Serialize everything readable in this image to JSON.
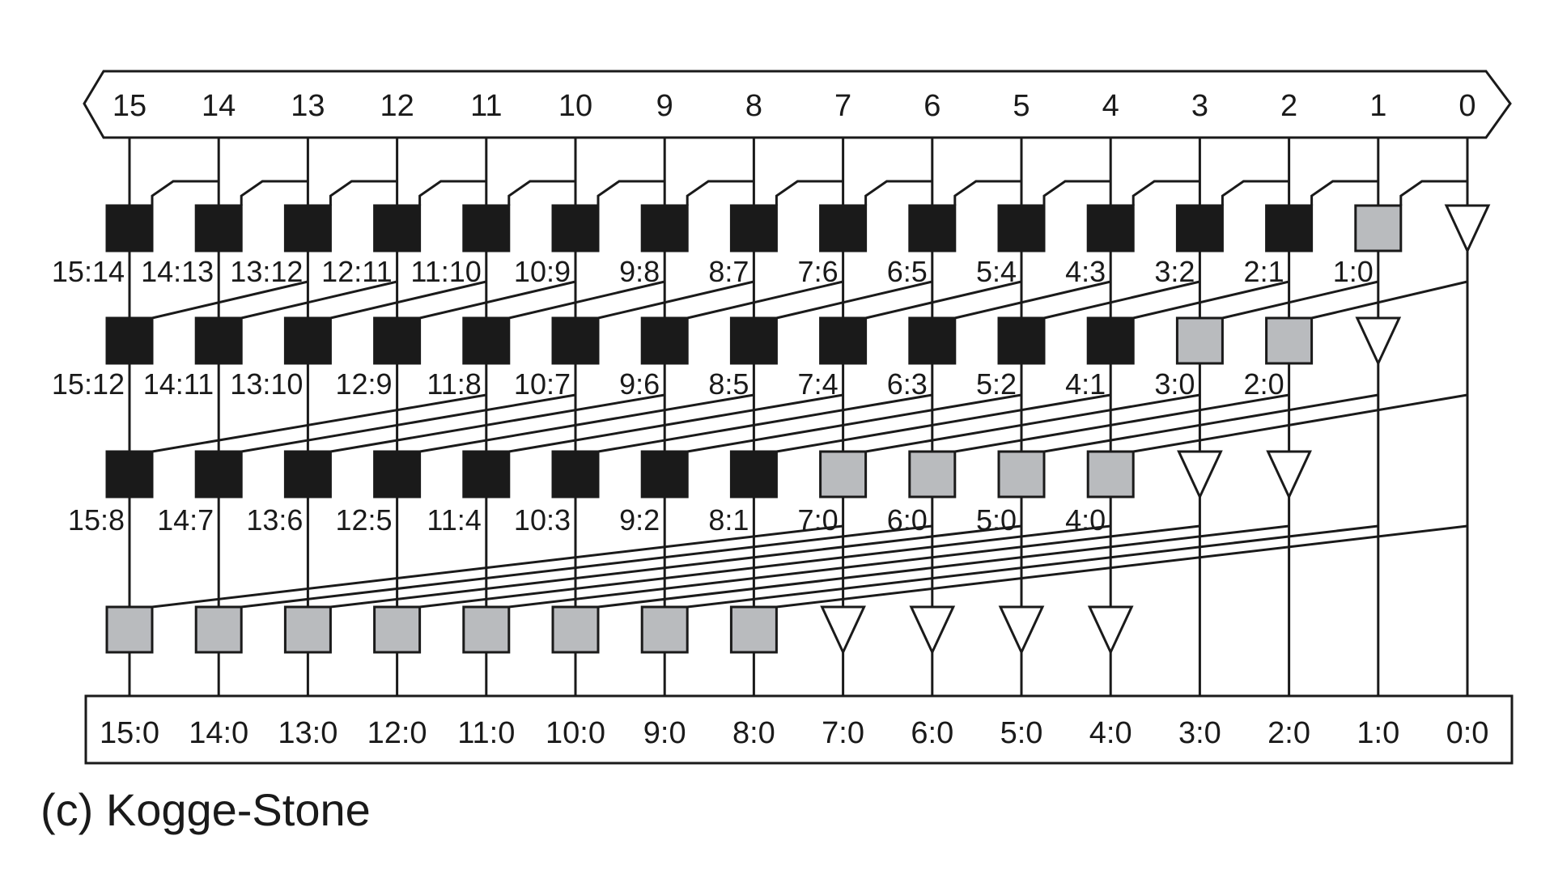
{
  "diagram": {
    "inputs": [
      "15",
      "14",
      "13",
      "12",
      "11",
      "10",
      "9",
      "8",
      "7",
      "6",
      "5",
      "4",
      "3",
      "2",
      "1",
      "0"
    ],
    "outputs": [
      "15:0",
      "14:0",
      "13:0",
      "12:0",
      "11:0",
      "10:0",
      "9:0",
      "8:0",
      "7:0",
      "6:0",
      "5:0",
      "4:0",
      "3:0",
      "2:0",
      "1:0",
      "0:0"
    ],
    "levels": [
      {
        "distance": 1,
        "cells": [
          "black",
          "black",
          "black",
          "black",
          "black",
          "black",
          "black",
          "black",
          "black",
          "black",
          "black",
          "black",
          "black",
          "black",
          "gray",
          "buffer"
        ],
        "labels": [
          "15:14",
          "14:13",
          "13:12",
          "12:11",
          "11:10",
          "10:9",
          "9:8",
          "8:7",
          "7:6",
          "6:5",
          "5:4",
          "4:3",
          "3:2",
          "2:1",
          "1:0",
          ""
        ]
      },
      {
        "distance": 2,
        "cells": [
          "black",
          "black",
          "black",
          "black",
          "black",
          "black",
          "black",
          "black",
          "black",
          "black",
          "black",
          "black",
          "gray",
          "gray",
          "buffer",
          "none"
        ],
        "labels": [
          "15:12",
          "14:11",
          "13:10",
          "12:9",
          "11:8",
          "10:7",
          "9:6",
          "8:5",
          "7:4",
          "6:3",
          "5:2",
          "4:1",
          "3:0",
          "2:0",
          "",
          ""
        ]
      },
      {
        "distance": 4,
        "cells": [
          "black",
          "black",
          "black",
          "black",
          "black",
          "black",
          "black",
          "black",
          "gray",
          "gray",
          "gray",
          "gray",
          "buffer",
          "buffer",
          "none",
          "none"
        ],
        "labels": [
          "15:8",
          "14:7",
          "13:6",
          "12:5",
          "11:4",
          "10:3",
          "9:2",
          "8:1",
          "7:0",
          "6:0",
          "5:0",
          "4:0",
          "",
          "",
          "",
          ""
        ]
      },
      {
        "distance": 8,
        "cells": [
          "gray",
          "gray",
          "gray",
          "gray",
          "gray",
          "gray",
          "gray",
          "gray",
          "buffer",
          "buffer",
          "buffer",
          "buffer",
          "none",
          "none",
          "none",
          "none"
        ],
        "labels": []
      }
    ],
    "colors": {
      "black_cell": "#1a1a1a",
      "gray_cell": "#b9bbbe",
      "line": "#1a1a1a"
    }
  },
  "caption": "(c) Kogge-Stone"
}
